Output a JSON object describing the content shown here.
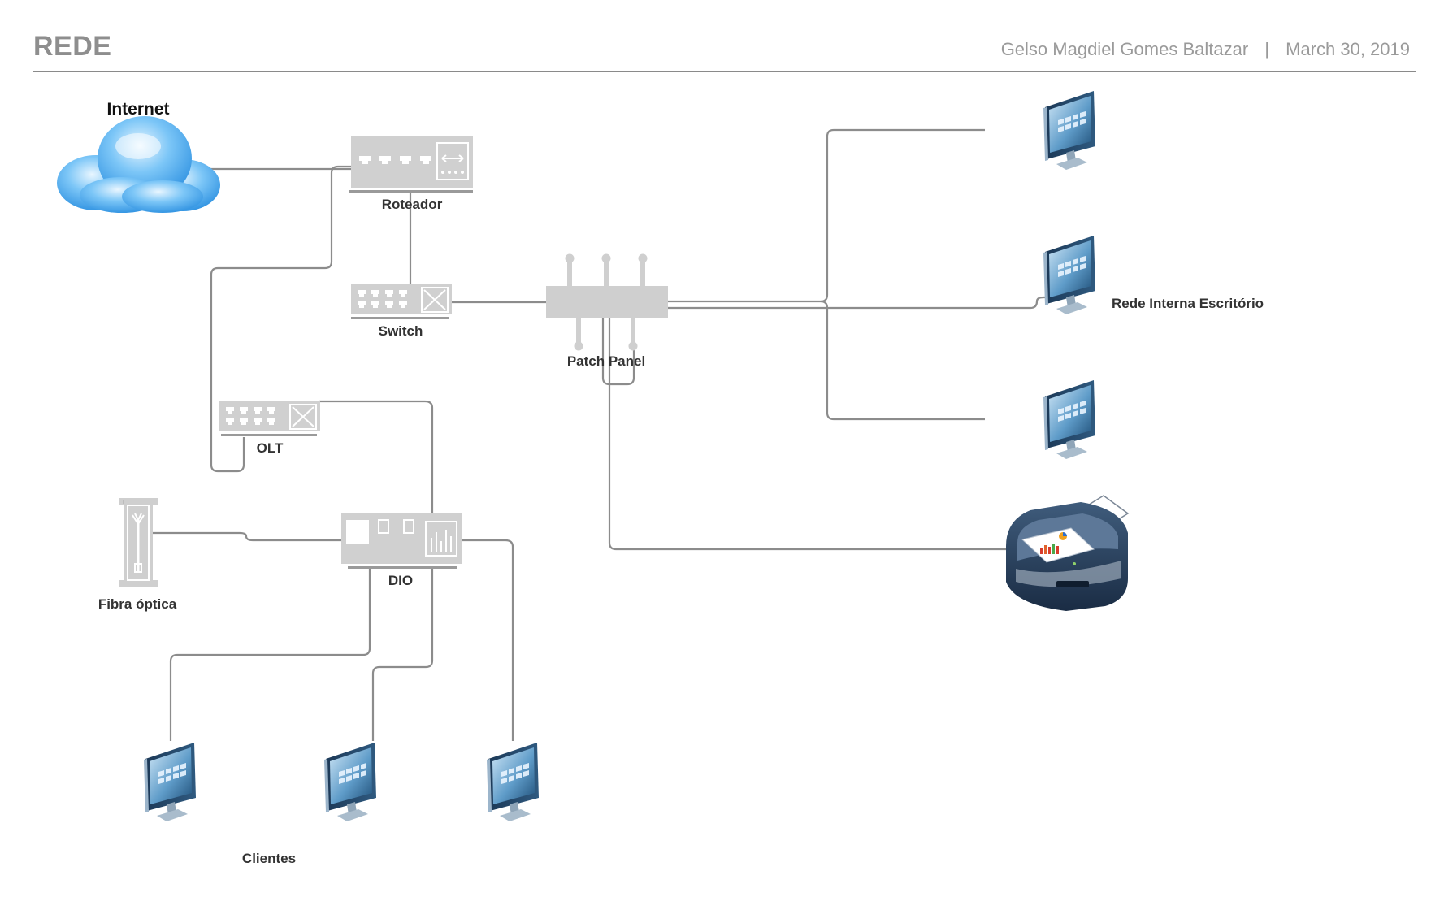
{
  "header": {
    "title": "REDE",
    "author": "Gelso Magdiel Gomes Baltazar",
    "separator": "|",
    "date": "March 30, 2019"
  },
  "labels": {
    "internet": "Internet",
    "router": "Roteador",
    "switch": "Switch",
    "patch_panel": "Patch Panel",
    "olt": "OLT",
    "dio": "DIO",
    "fiber": "Fibra óptica",
    "clients": "Clientes",
    "office_network": "Rede Interna Escritório"
  },
  "colors": {
    "device_gray": "#cfcfcf",
    "line": "#8c8c8c",
    "cloud_blue": "#3ea3ee",
    "monitor_dark": "#1d3a5a",
    "printer_dark": "#243a55"
  },
  "icons": {
    "cloud": "cloud-icon",
    "router": "router-icon",
    "switch": "switch-icon",
    "patch_panel": "patch-panel-icon",
    "olt": "olt-icon",
    "dio": "dio-icon",
    "fiber": "fiber-optic-icon",
    "computer": "computer-monitor-icon",
    "printer": "printer-icon"
  }
}
